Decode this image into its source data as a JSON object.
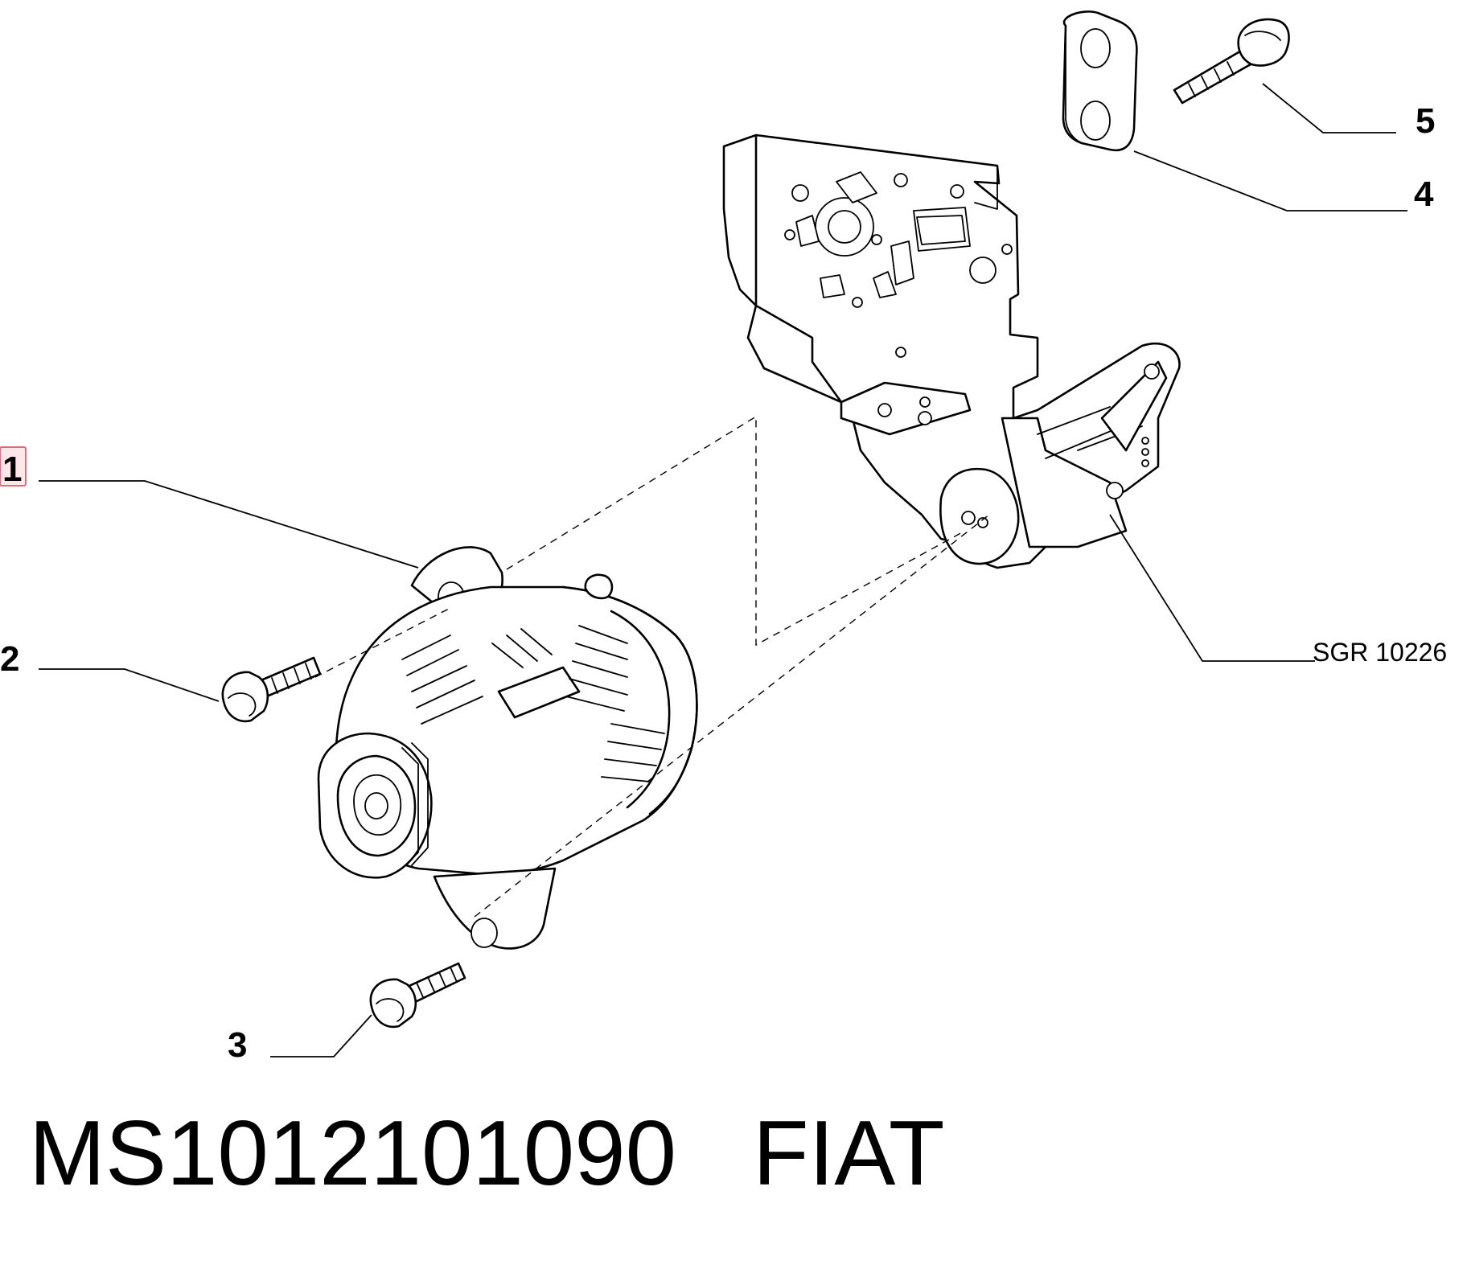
{
  "callouts": {
    "c1": "1",
    "c2": "2",
    "c3": "3",
    "c4": "4",
    "c5": "5",
    "ref": "SGR 10226"
  },
  "caption": {
    "part_number": "MS1012101090",
    "brand": "FIAT"
  },
  "highlight_color": "#e06a7c"
}
